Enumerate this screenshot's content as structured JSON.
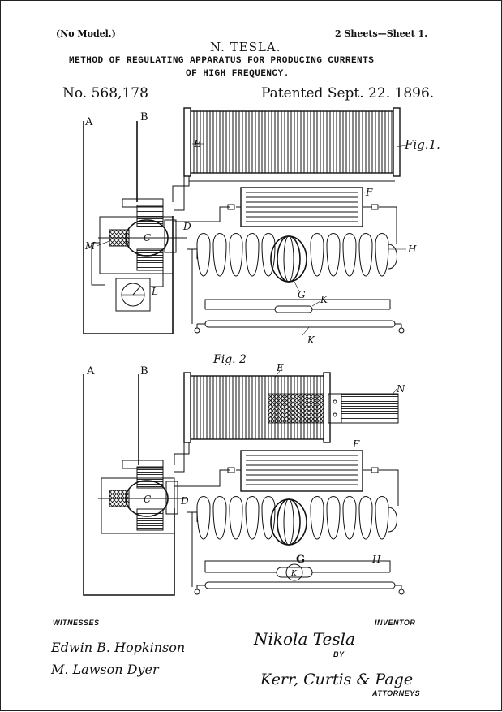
{
  "header": {
    "model": "(No Model.)",
    "sheets": "2 Sheets—Sheet 1.",
    "inventor_name": "N. TESLA.",
    "title_line1": "METHOD OF REGULATING APPARATUS FOR PRODUCING CURRENTS",
    "title_line2": "OF HIGH FREQUENCY.",
    "patent_no": "No. 568,178",
    "patent_date": "Patented Sept. 22. 1896."
  },
  "figure1": {
    "fig_label": "Fig.1.",
    "labels": {
      "A": "A",
      "B": "B",
      "C": "C",
      "D": "D",
      "E": "E",
      "F": "F",
      "G": "G",
      "H": "H",
      "K1": "K",
      "K2": "K",
      "L": "L",
      "M": "M"
    }
  },
  "figure2": {
    "fig_label": "Fig. 2",
    "labels": {
      "A": "A",
      "B": "B",
      "C": "C",
      "D": "D",
      "E": "E",
      "F": "F",
      "G": "G",
      "H": "H",
      "K": "K",
      "N": "N"
    }
  },
  "footer": {
    "witnesses_label": "WITNESSES",
    "inventor_label": "INVENTOR",
    "by_label": "BY",
    "attorneys_label": "ATTORNEYS",
    "witness1": "Edwin B. Hopkinson",
    "witness2": "M. Lawson Dyer",
    "inventor_signature": "Nikola Tesla",
    "attorneys_signature": "Kerr, Curtis & Page"
  }
}
